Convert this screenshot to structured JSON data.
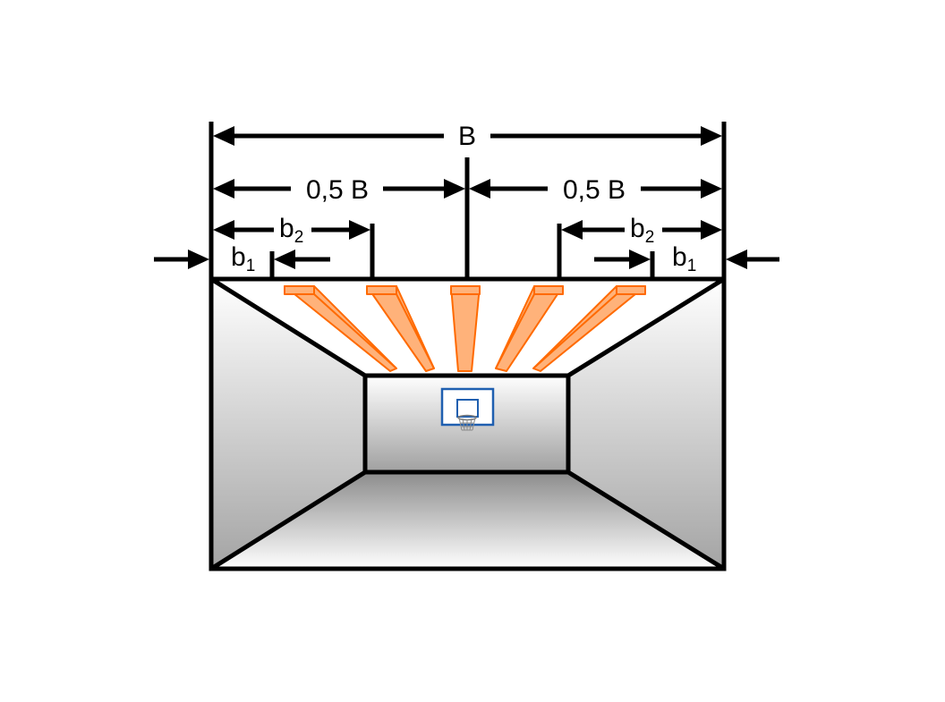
{
  "diagram": {
    "labels": {
      "total_width": "B",
      "half_width_left": "0,5 B",
      "half_width_right": "0,5 B",
      "b2_left": "b",
      "b2_left_sub": "2",
      "b2_right": "b",
      "b2_right_sub": "2",
      "b1_left": "b",
      "b1_left_sub": "1",
      "b1_right": "b",
      "b1_right_sub": "1"
    },
    "colors": {
      "line": "#000000",
      "luminaire_fill": "#ffb27a",
      "luminaire_stroke": "#ff6a00",
      "backboard_stroke": "#1f5fb0",
      "hoop": "#7a7a7a",
      "surface_light": "#ffffff",
      "surface_dark": "#9a9a9a"
    },
    "icons": {
      "luminaire": "linear-light-fixture",
      "basket": "basketball-hoop-icon"
    }
  }
}
